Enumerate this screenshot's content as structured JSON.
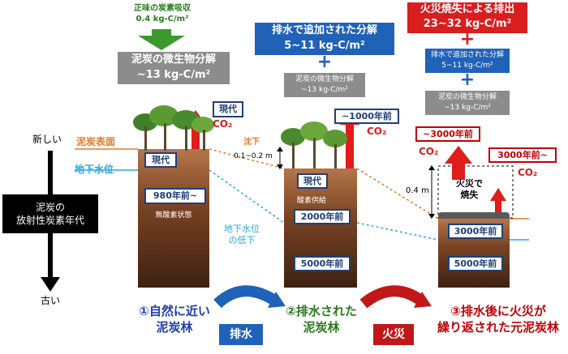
{
  "top": {
    "net_uptake_title": "正味の炭素吸収",
    "net_uptake_value": "0.4 kg-C/m²",
    "decomp1_title": "泥炭の微生物分解",
    "decomp1_value": "~13 kg-C/m²",
    "drain_title": "排水で追加された分解",
    "drain_value": "5~11 kg-C/m²",
    "decomp2_title": "泥炭の微生物分解",
    "decomp2_value": "~13 kg-C/m²",
    "fire_title": "火災焼失による排出",
    "fire_value": "23~32 kg-C/m²",
    "drain2_title": "排水で追加された分解",
    "drain2_value": "5~11 kg-C/m²",
    "decomp3_title": "泥炭の微生物分解",
    "decomp3_value": "~13 kg-C/m²"
  },
  "axis": {
    "new": "新しい",
    "old": "古い",
    "label": "泥炭の\n放射性炭素年代"
  },
  "labels": {
    "peat_surface": "泥炭表面",
    "water_table": "地下水位",
    "subsidence": "沈下",
    "subsidence_depth": "0.1~0.2 m",
    "fire_depth": "0.4 m",
    "water_drop": "地下水位\nの低下",
    "fire_burn": "火災で\n焼失",
    "oxygen": "酸素供給",
    "anoxic": "無酸素状態",
    "co2": "CO₂",
    "plus": "+"
  },
  "col1": {
    "present": "現代",
    "age_top": "現代",
    "age_mid": "980年前~"
  },
  "col2": {
    "age_flux": "~1000年前",
    "present": "現代",
    "age_mid": "2000年前",
    "age_low": "5000年前"
  },
  "col3": {
    "age_flux1": "~3000年前",
    "age_flux2": "3000年前~",
    "age_mid": "3000年前",
    "age_low": "5000年前"
  },
  "bottom": {
    "stage1": "①自然に近い\n泥炭林",
    "stage2": "②排水された\n泥炭林",
    "stage3": "③排水後に火災が\n繰り返された元泥炭林",
    "drainage": "排水",
    "fire": "火災"
  },
  "colors": {
    "blue": "#1f62b8",
    "red": "#d91e1e",
    "gray": "#8c8c8c",
    "orange": "#e07b2c",
    "cyan": "#2aa7e0"
  }
}
